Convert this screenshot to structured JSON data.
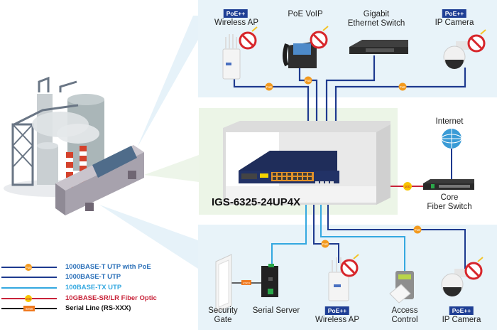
{
  "diagram": {
    "model_name": "IGS-6325-24UP4X",
    "top_devices": [
      {
        "badge": "PoE++",
        "label_line1": "Wireless AP",
        "label_line2": "",
        "icon": "wireless-ap-icon",
        "no_power_adapter": true
      },
      {
        "badge": "",
        "label_line1": "PoE VoIP",
        "label_line2": "",
        "icon": "voip-phone-icon",
        "no_power_adapter": true
      },
      {
        "badge": "",
        "label_line1": "Gigabit",
        "label_line2": "Ethernet Switch",
        "icon": "ethernet-switch-icon",
        "no_power_adapter": false
      },
      {
        "badge": "PoE++",
        "label_line1": "IP Camera",
        "label_line2": "",
        "icon": "ip-camera-icon",
        "no_power_adapter": true
      }
    ],
    "right_devices": [
      {
        "label_line1": "Internet",
        "label_line2": "",
        "icon": "globe-icon"
      },
      {
        "label_line1": "Core",
        "label_line2": "Fiber Switch",
        "icon": "fiber-switch-icon"
      }
    ],
    "bottom_devices": [
      {
        "badge": "",
        "label_line1": "Security",
        "label_line2": "Gate",
        "icon": "security-gate-icon"
      },
      {
        "badge": "",
        "label_line1": "Serial Server",
        "label_line2": "",
        "icon": "serial-server-icon"
      },
      {
        "badge": "PoE++",
        "label_line1": "Wireless AP",
        "label_line2": "",
        "icon": "wireless-ap-icon"
      },
      {
        "badge": "",
        "label_line1": "Access",
        "label_line2": "Control",
        "icon": "access-control-icon"
      },
      {
        "badge": "PoE++",
        "label_line1": "IP Camera",
        "label_line2": "",
        "icon": "ip-camera-icon"
      }
    ],
    "connector_labels": {
      "poe": "PoE",
      "fiber": "10G",
      "serial": "IOIOI"
    },
    "legend": [
      {
        "label": "1000BASE-T UTP with PoE",
        "color": "#1e3a8f",
        "marker": "PoE",
        "text_color": "#2a6fb8"
      },
      {
        "label": "1000BASE-T UTP",
        "color": "#1e3a8f",
        "marker": "",
        "text_color": "#2a6fb8"
      },
      {
        "label": "100BASE-TX UTP",
        "color": "#34a8e0",
        "marker": "",
        "text_color": "#34a8e0"
      },
      {
        "label": "10GBASE-SR/LR Fiber Optic",
        "color": "#c8243a",
        "marker": "10G",
        "text_color": "#c8243a"
      },
      {
        "label": "Serial Line (RS-XXX)",
        "color": "#111111",
        "marker": "IOIOI",
        "text_color": "#111111"
      }
    ],
    "colors": {
      "utp_gigabit": "#1e3a8f",
      "utp_fast": "#34a8e0",
      "fiber": "#c8243a",
      "serial": "#111111",
      "poe_marker": "#f39a1e",
      "badge_bg": "#1f3f95",
      "panel_blue": "#e8f3f9",
      "panel_green": "#ecf5e7"
    }
  }
}
